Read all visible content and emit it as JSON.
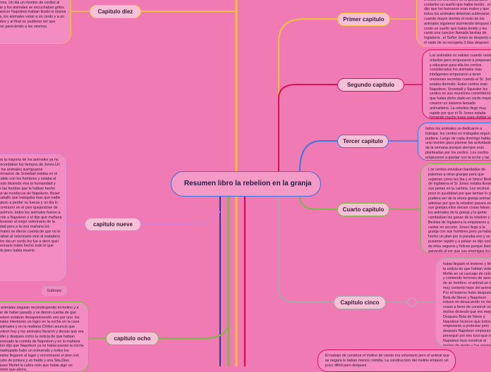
{
  "central": {
    "title": "Resumen libro la rebelion  en la granja"
  },
  "chapters": {
    "primer": {
      "label": "Primer capitulo",
      "text": "cerveza.Un dia viejo mayor murio y reunio a todos los animales de la granja para contarles un sueño que habia tenido . el dijo que los humanos eran malos y que todos los animales deberian sublevarse cuando mayor dormia el resto de los animales siguieron durmiendo despues les conto un sueño que habia tenido y les canto una cancion llamada bestias de Inglaterra . el Señor Jones se desperto con el ruido de su escopeta 3 dias despues mientras dormia, antes de morir les dijo sobre una rebelion y que"
    },
    "segundo": {
      "label": "Segundo capitulo",
      "text": "Los animales no sabian cuando seria la rebelion pero empezaron a prepararse y educarse para ella los cerdos considerados los animales mas inteligentes empezaron a tener reuniones secretas cuando el Sr. Jones estaba dormido. Estos cerdos eran Napoleon, Snowball y Squealer los cerdos en sus reuniones convirtieron lo que habia dicho dado en cerdo mayor crearon un sistema llamado animalismo. La rebelion llego muy rapido por que el Sr Jones estaba tomando mucho trago para olvidar sus problemas. Los animales de la granja y una noche el Señor se emborracho y sus empleados fueron a llevar a los animales se rebelaron y las gallineras y los animales comenzaron a trabajar en la granja por fin era de los animales y la llamaron la granja animal."
    },
    "tercer": {
      "label": "Tercer capitulo",
      "text": "todos los animales se dedicaron a trabajar, los cerdos no trabajaba segun pudiera .Luego de cada domingo habia una reunion para planear las actividades de la semana aunque siempre eran planteadas por los cerdos. Los cerdos empezaron a quedar con la leche y las manzanas por que tenian que estar sanos para que no volvieran Jones volverian a la granja."
    },
    "cuarto": {
      "label": "Cuarto capitulo",
      "text": "Los cerdos enviaban bandadas de palomas a otras granjas para que supieran como les iba y el himno Bestias de Inglaterra el Sr Jones estaba llorando sus penas en la cantina. Los vecinos poco lo ayudaban por que temian lo que pudiera ser de la ahora granja animal y ademas por que la rebelion pasara en sus granjas,ellos decian cosas falsas del los animales de la granja y la gente cambiaban las ganas de la rebelion y Bestias de Inglaterra la empezaron a cantar en secreto. Jones llego a la granja con sus hombres pero ya habian hecho un plan por si pasaba eso y se pusieron rapido y a pelear se dijo unos de ellos seguros y felices porque iban ganando al ver que sus enemigos los animales empezaron a picotear y empezaron a ganar y uno de los hombres murio. el fango y los hombres salieron corriendo ganaron"
    },
    "cinco": {
      "label": "Capitulo cinco",
      "text": "habia llegado el invierno y llego la noticia de que habian visto a Mollie en un carruaje de colores y comiendo terrones de azucar de un hombre, el animal se veia muy contento lejos del animal . Por el invierno hubo despues Bola de Nieve y Napoleon estuvo en desacuerdo en dos cosas a favor de construir un molino diciendo que era mejor. Despues Bola de Nieve y Napoleon hicieron que todos empezaran a protestar pero despues Napoleon empezaron a perseguir por eso tuvo que irse. Napoleon hizo construir el molino de viento y fue enviado a Chillon a decir que era la idea original de construir el molino de Bola de Nieve habia tenido"
    },
    "ocho": {
      "label": "capitulo ocho",
      "text": "Los animales seguian reconstruyendo el molino y a pesar de haber pasado y se dieron cuenta de que Napoleon estaban desapareciendo uno por uno. los animales intentaron un logro en la noche en la casa los animales y en la mañana Chillon anuncio que Napoleon hoy y los animales lloraron y decian que era un lider y despues como la noticia de que habian envenenado la comida de Napoleon y en la mañana Chillon dijo que Napoleon ya se habia puesto la noche de madrugada hubo un estruendo y todos los animales llegaron al lugar y encontraron el piso con un cubo de pintura y un balde y una Sita.Dias despues Muriel la cabra noto que habia algo un diferente que ahora."
    },
    "nueve": {
      "label": "capitulo nueve",
      "text": "Para la mayoria de los animales ya no lo recordaban los tiempos de Jones.Un dia los animales averiguaron informacion de Snowball estaba en el bandido con los hombres y estaba al mando diciendo viva la humanidad y que las heridas que le habian hecho eran de mordiscos de Napoleon. Boxer el caballo que trabajaba mas que nadie empezo a perder su fuerza y un dia lo encontraron en el piso quejandose de un pulmon, todos los animales fueron a decirle a Napoleon y el dijo que mañana lo llevarian al mejor veterinario de la ciudad pero a la otra mañana los animales se dieron cuenta de que no lo llevaban al veterinario sino al matadero y otro dia un cerdo les fue a decir quel veterinario habia hecho todo lo que pudo pero habia muerto."
    },
    "diez": {
      "label": "Capitulo diez",
      "text": "de fallecimiento todos los animales son los mismos .Un dia un monton de cerdos al cenar y los animales se escuchaban gritos al parecer Napoleon habian tirado la misma cosa, los animales veian a un cerdo y a un hombre y al final no pudieron ver que fueron pareciendo a los mismos."
    }
  },
  "bottom_note": {
    "text": "El trabajo de construir el molino de viento era voluntario pero el animal que se negara le daban menos comida. La construccion del molino empezo un poco dificil pero despues"
  },
  "subtopic_label": "Subtopic",
  "colors": {
    "background": "#f07ab4",
    "central_border": "#3f6fd0",
    "primer": "#f2c23a",
    "segundo": "#d8105a",
    "tercer": "#3a78d8",
    "cuarto": "#7eb84a",
    "cinco": "#a8a8a8",
    "ocho": "#7eb84a",
    "nueve": "#d880d0",
    "diez": "#f2c23a"
  }
}
